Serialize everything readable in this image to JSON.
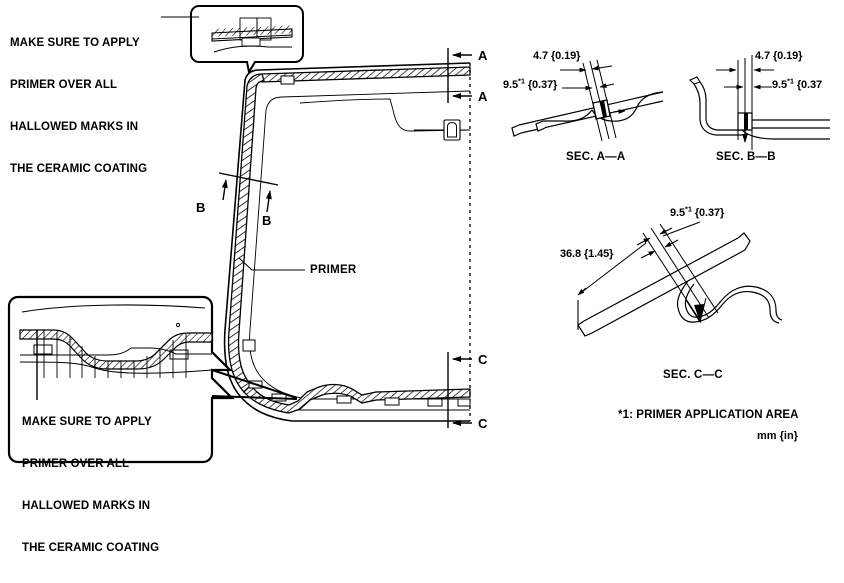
{
  "document": {
    "title": "Windshield Primer Application Diagram",
    "units_note": "mm {in}"
  },
  "notes": {
    "top_left": {
      "line1": "MAKE SURE TO APPLY",
      "line2": "PRIMER OVER ALL",
      "line3": "HALLOWED MARKS IN",
      "line4": "THE CERAMIC COATING"
    },
    "bottom_left": {
      "line1": "MAKE SURE TO APPLY",
      "line2": "PRIMER OVER ALL",
      "line3": "HALLOWED MARKS IN",
      "line4": "THE CERAMIC COATING"
    }
  },
  "main_view": {
    "primer_label": "PRIMER",
    "section_markers": {
      "a_top": "A",
      "a_bottom": "A",
      "b_left": "B",
      "b_right": "B",
      "c_top": "C",
      "c_bottom": "C"
    }
  },
  "sections": {
    "a_a": {
      "title": "SEC. A—A",
      "dim_width": "4.7 {0.19}",
      "dim_primer_value": "9.5",
      "dim_primer_sup": "*1",
      "dim_primer_unit": " {0.37}"
    },
    "b_b": {
      "title": "SEC. B—B",
      "dim_width": "4.7 {0.19}",
      "dim_primer_value": "9.5",
      "dim_primer_sup": "*1",
      "dim_primer_unit": " {0.37"
    },
    "c_c": {
      "title": "SEC. C—C",
      "dim_length": "36.8 {1.45}",
      "dim_primer_value": "9.5",
      "dim_primer_sup": "*1",
      "dim_primer_unit": " {0.37}"
    }
  },
  "footnotes": {
    "primer_area": "*1: PRIMER APPLICATION AREA",
    "units": "mm {in}"
  }
}
